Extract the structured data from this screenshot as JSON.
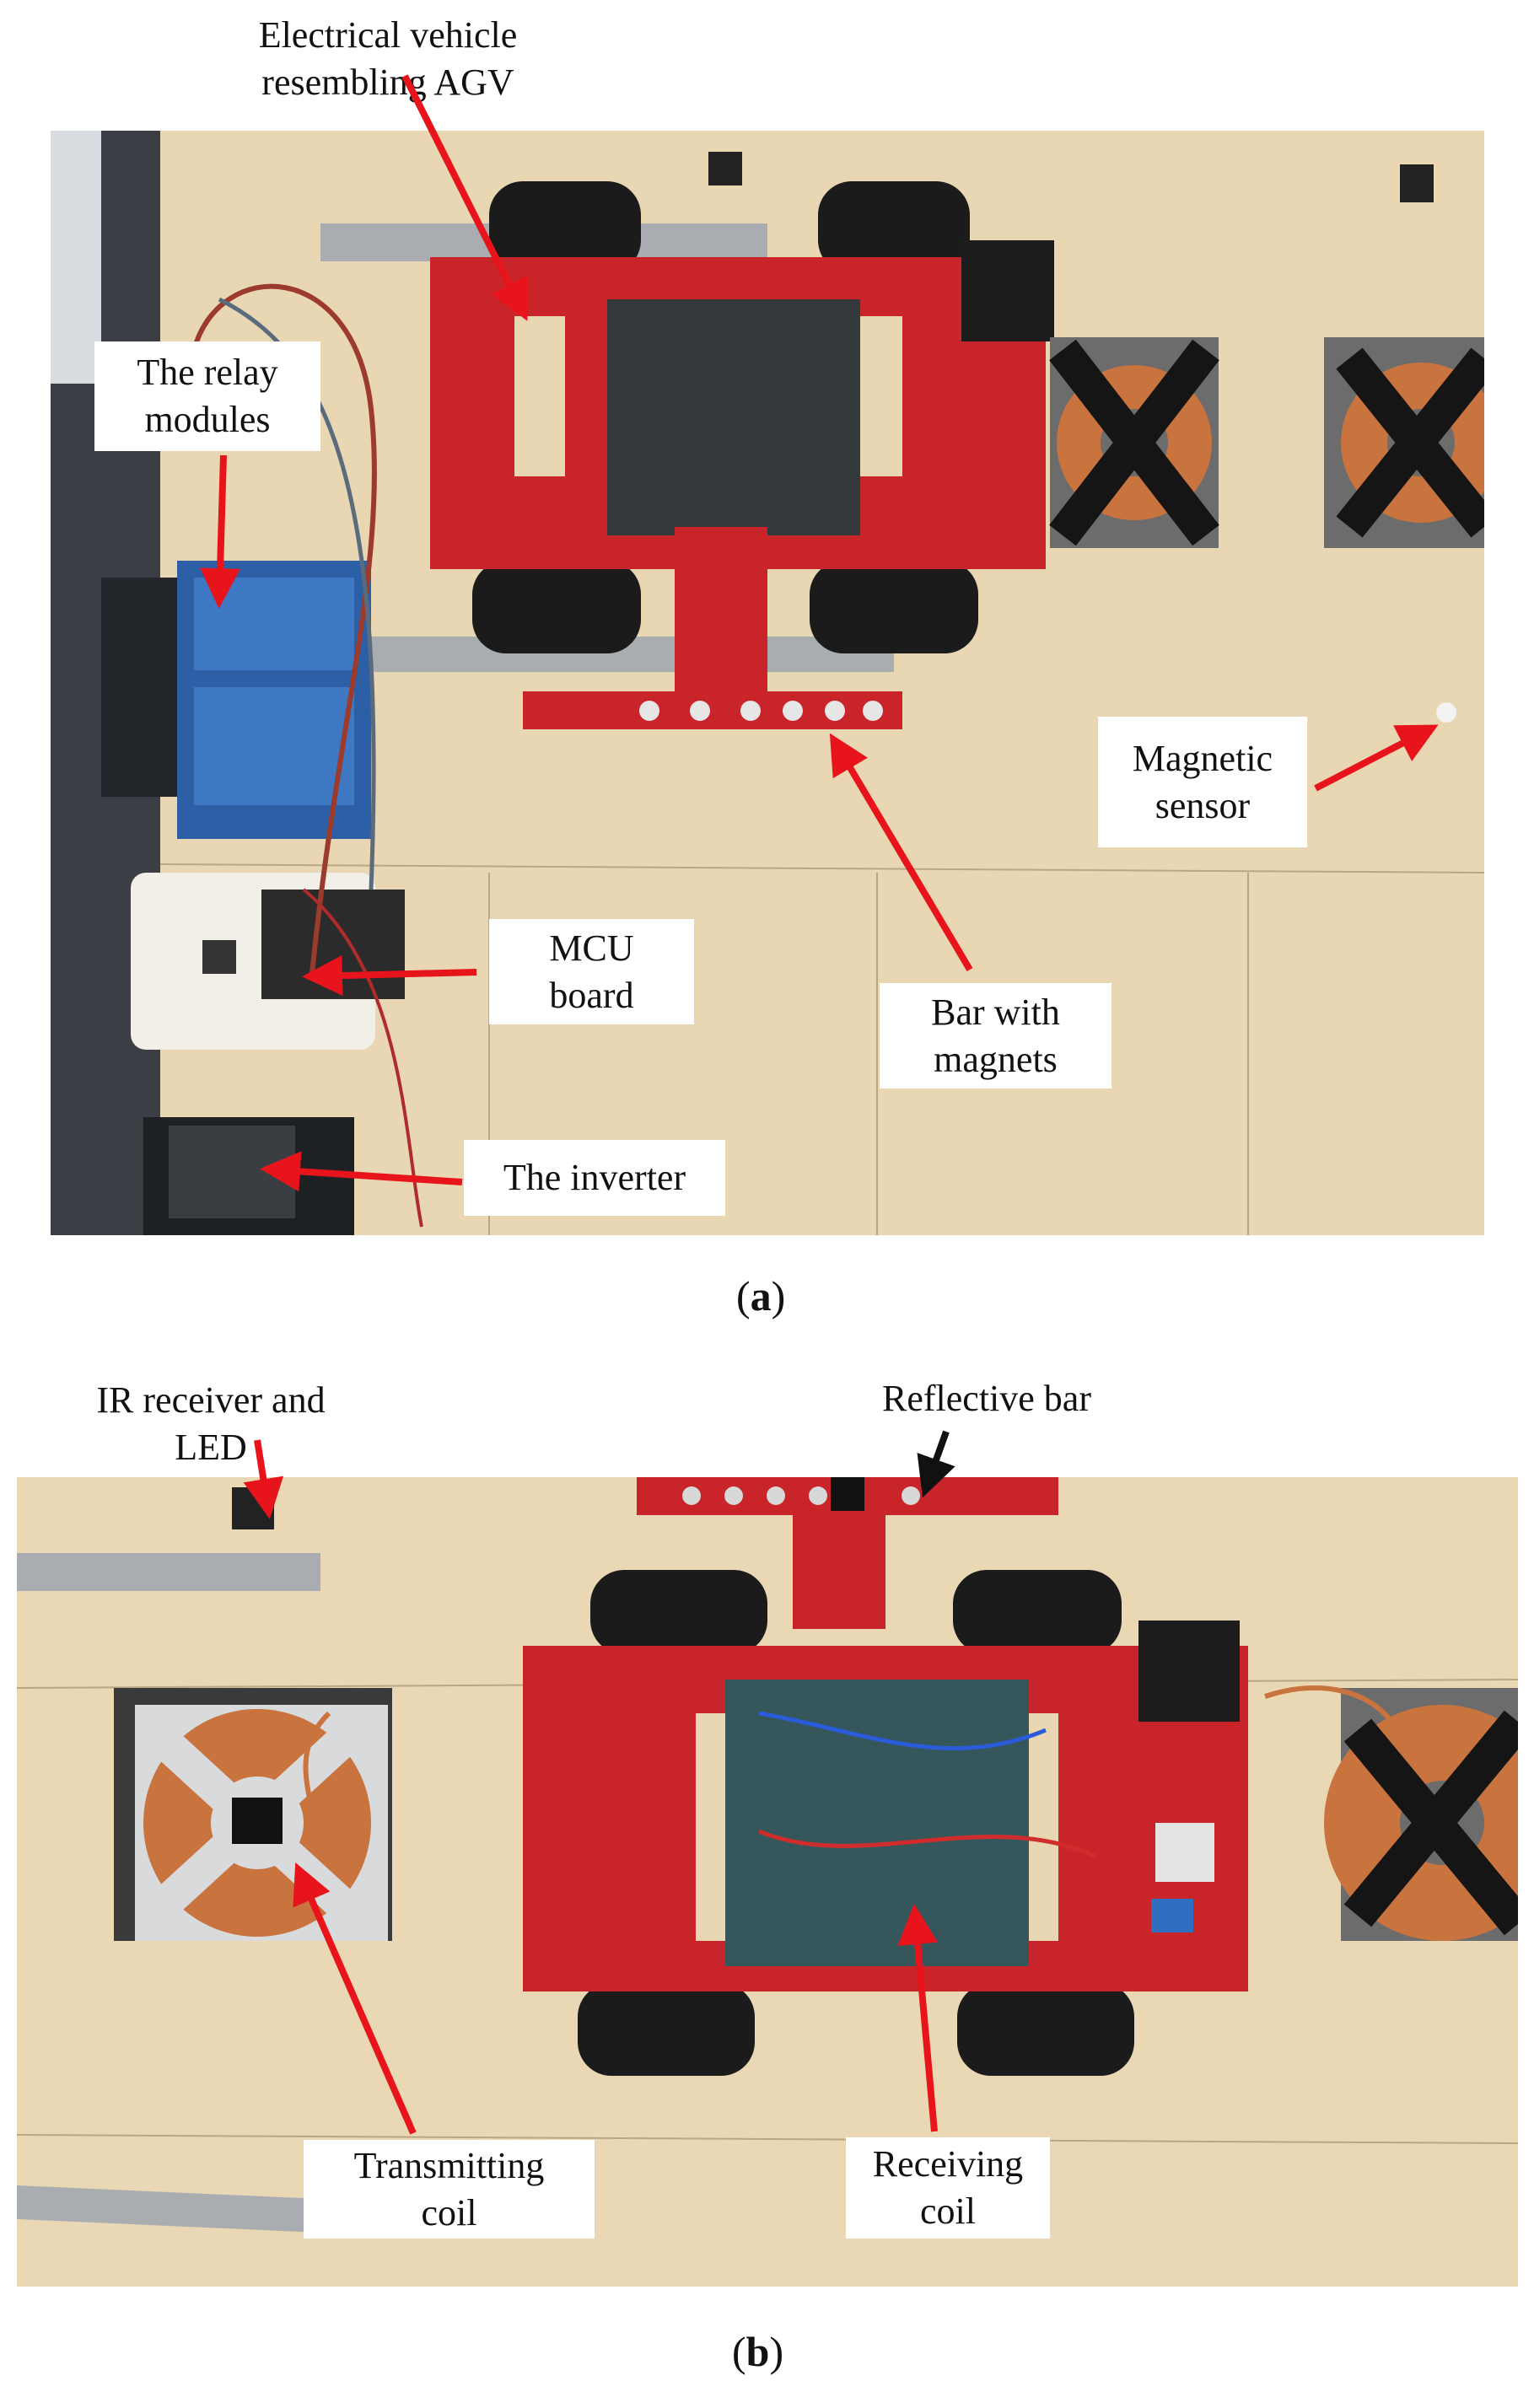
{
  "figure_a": {
    "caption_letter": "a",
    "labels": {
      "vehicle_line1": "Electrical vehicle",
      "vehicle_line2": "resembling AGV",
      "relay_line1": "The relay",
      "relay_line2": "modules",
      "magnetic_line1": "Magnetic",
      "magnetic_line2": "sensor",
      "mcu_line1": "MCU",
      "mcu_line2": "board",
      "bar_line1": "Bar with",
      "bar_line2": "magnets",
      "inverter": "The inverter"
    }
  },
  "figure_b": {
    "caption_letter": "b",
    "labels": {
      "ir_line1": "IR receiver and",
      "ir_line2": "LED",
      "reflective": "Reflective bar",
      "tx_line1": "Transmitting",
      "tx_line2": "coil",
      "rx_line1": "Receiving",
      "rx_line2": "coil"
    }
  },
  "colors": {
    "wood": "#e7d3ae",
    "chassis_red": "#c8242a",
    "coil_copper": "#c9733e",
    "arrow_red": "#e8141b",
    "arrow_black": "#111111"
  }
}
